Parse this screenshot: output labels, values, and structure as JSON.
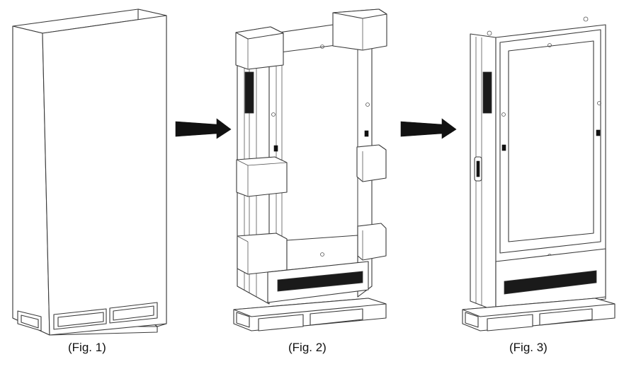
{
  "figures": [
    {
      "caption": "(Fig. 1)"
    },
    {
      "caption": "(Fig. 2)"
    },
    {
      "caption": "(Fig. 3)"
    }
  ],
  "arrows": [
    "arrow-right-icon",
    "arrow-right-icon"
  ],
  "colors": {
    "line": "#3a3a3a",
    "fill": "#ffffff",
    "dark": "#111111"
  }
}
